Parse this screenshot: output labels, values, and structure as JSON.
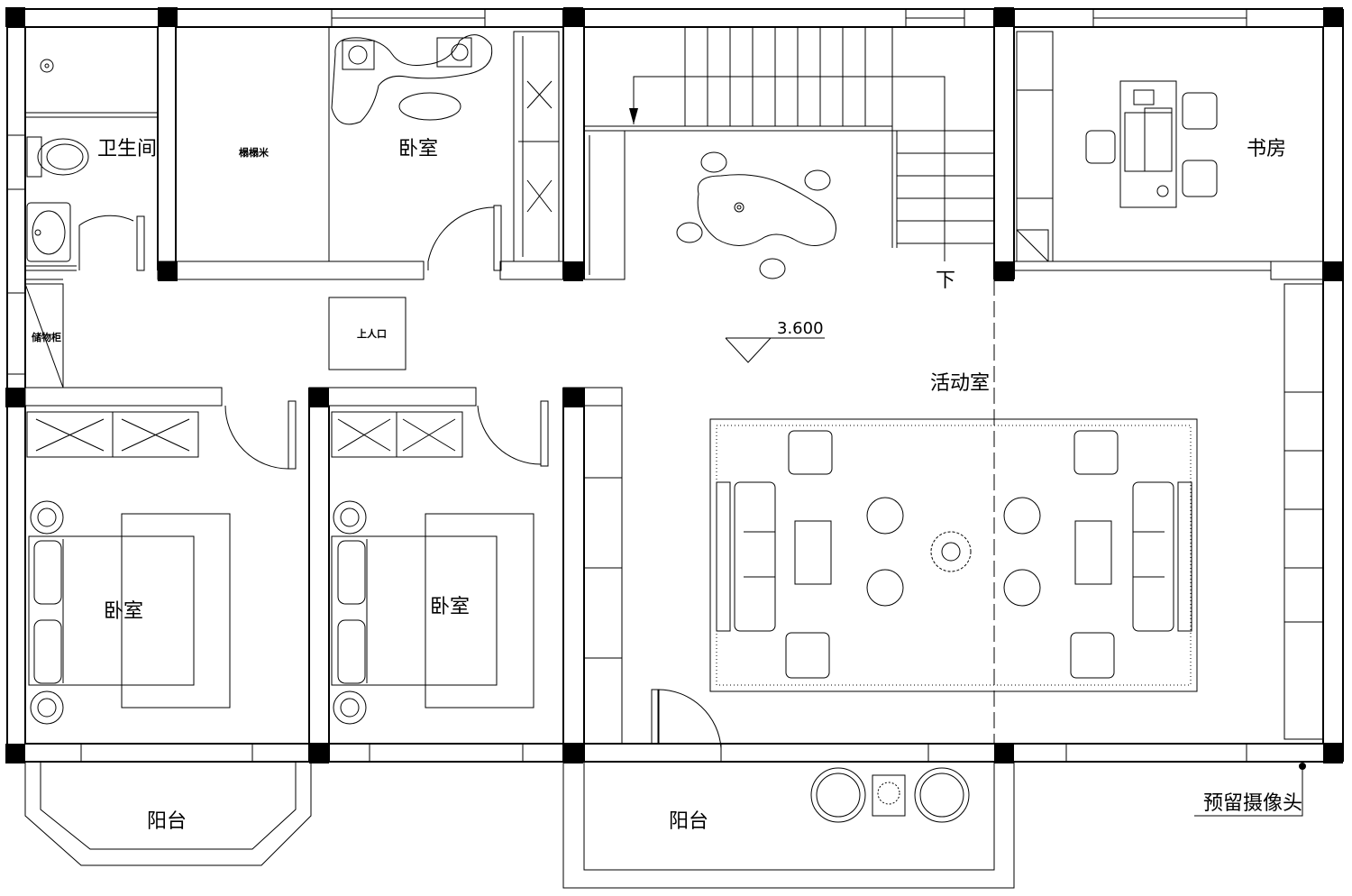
{
  "rooms": {
    "bathroom": "卫生间",
    "tatami": "榻榻米",
    "bedroom_top": "卧室",
    "study": "书房",
    "storage": "储物柜",
    "attic_access": "上人口",
    "activity_room": "活动室",
    "bedroom_left": "卧室",
    "bedroom_mid": "卧室",
    "balcony_left": "阳台",
    "balcony_mid": "阳台"
  },
  "annotations": {
    "stair_down": "下",
    "elevation": "3.600",
    "camera_reserved": "预留摄像头"
  }
}
